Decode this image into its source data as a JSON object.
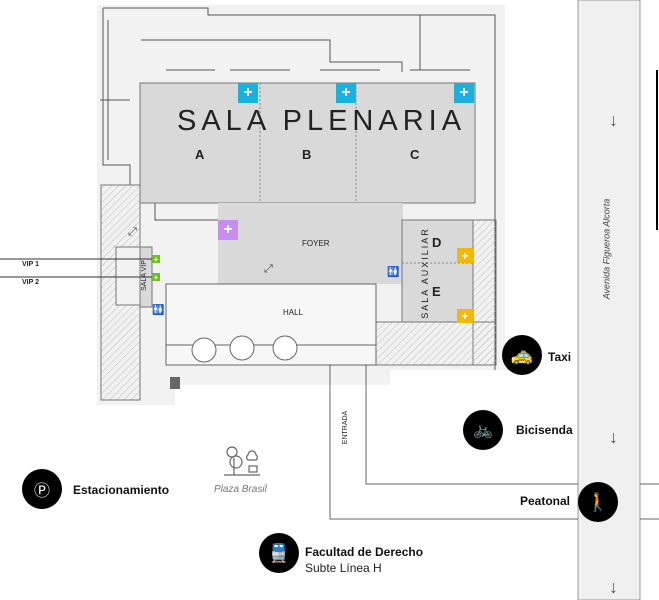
{
  "plenaria": {
    "title": "SALA PLENARIA",
    "sections": [
      "A",
      "B",
      "C"
    ]
  },
  "foyer": "FOYER",
  "auxiliar": {
    "title": "SALA AUXILIAR",
    "sections": [
      "D",
      "E"
    ]
  },
  "vip": {
    "title": "SALA VIP",
    "rooms": [
      "VIP 1",
      "VIP 2"
    ]
  },
  "hall": "HALL",
  "entrada": "ENTRADA",
  "plaza": "Plaza Brasil",
  "avenue": "Avenida Figueroa Alcorta",
  "transport": {
    "taxi": "Taxi",
    "bike": "Bicisenda",
    "walk": "Peatonal",
    "parking": "Estacionamiento",
    "subway": {
      "name": "Facultad de Derecho",
      "line": "Subte Línea H"
    }
  },
  "colors": {
    "plenaria_plus": "#1ab0e0",
    "foyer_plus": "#c78ef0",
    "aux_plus": "#f5b800",
    "vip_plus": "#6cbf2a"
  }
}
